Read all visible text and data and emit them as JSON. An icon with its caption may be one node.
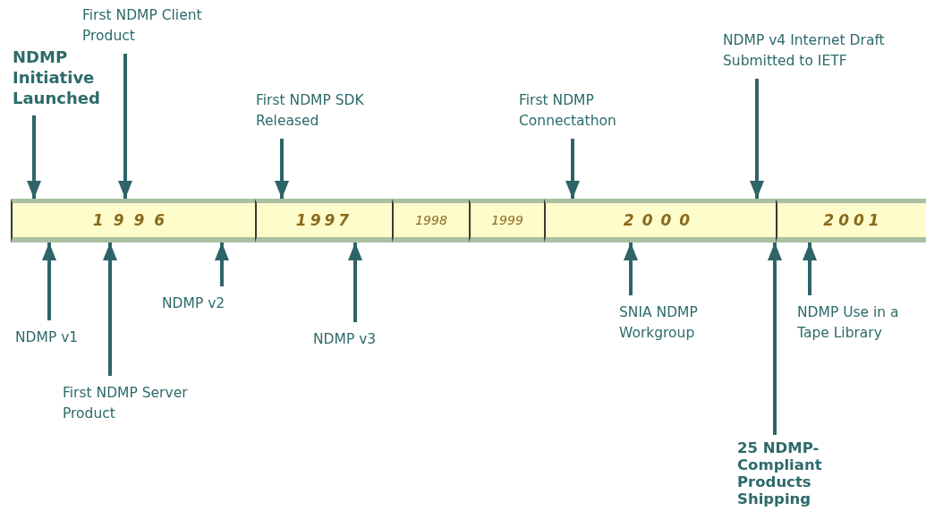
{
  "diagram": {
    "nodes": [
      {
        "text": [
          "1996"
        ]
      },
      {
        "text": [
          "1997"
        ]
      },
      {
        "text": [
          "1998"
        ]
      },
      {
        "text": [
          "1999"
        ]
      },
      {
        "text": [
          "2000"
        ]
      },
      {
        "text": [
          "2001"
        ]
      },
      {
        "text": [
          "NDMP Initiative Launched"
        ]
      },
      {
        "text": [
          "First NDMP Client Product"
        ]
      },
      {
        "text": [
          "First NDMP SDK Released"
        ]
      },
      {
        "text": [
          "First NDMP Connectathon"
        ]
      },
      {
        "text": [
          "NDMP v4 Internet Draft Submitted to IETF"
        ]
      },
      {
        "text": [
          "NDMP v1"
        ]
      },
      {
        "text": [
          "First NDMP Server Product"
        ]
      },
      {
        "text": [
          "NDMP v2"
        ]
      },
      {
        "text": [
          "NDMP v3"
        ]
      },
      {
        "text": [
          "SNIA NDMP Workgroup"
        ]
      },
      {
        "text": [
          "25 NDMP-Compliant Products Shipping"
        ]
      },
      {
        "text": [
          "NDMP Use in a Tape Library"
        ]
      }
    ],
    "edges": [
      {
        "from": 6,
        "to": 0,
        "arrow": "to"
      },
      {
        "from": 7,
        "to": 0,
        "arrow": "to"
      },
      {
        "from": 8,
        "to": 1,
        "arrow": "to"
      },
      {
        "from": 9,
        "to": 4,
        "arrow": "to"
      },
      {
        "from": 10,
        "to": 4,
        "arrow": "to"
      },
      {
        "from": 11,
        "to": 0,
        "arrow": "to"
      },
      {
        "from": 12,
        "to": 0,
        "arrow": "to"
      },
      {
        "from": 13,
        "to": 0,
        "arrow": "to"
      },
      {
        "from": 14,
        "to": 1,
        "arrow": "to"
      },
      {
        "from": 15,
        "to": 4,
        "arrow": "to"
      },
      {
        "from": 16,
        "to": 5,
        "arrow": "to"
      },
      {
        "from": 17,
        "to": 5,
        "arrow": "to"
      }
    ]
  }
}
